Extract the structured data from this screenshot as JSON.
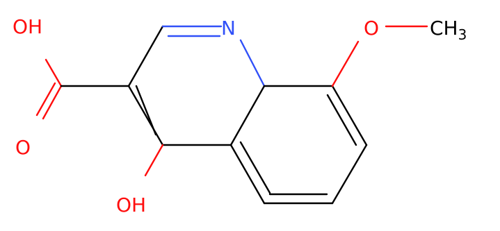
{
  "atoms": {
    "carboxyl_oh": {
      "text": "OH",
      "color": "#ff0d0d"
    },
    "carbonyl_o": {
      "text": "O",
      "color": "#ff0d0d"
    },
    "hydroxy_oh": {
      "text": "OH",
      "color": "#ff0d0d"
    },
    "ring_n": {
      "text": "N",
      "color": "#3050f8"
    },
    "methoxy_o": {
      "text": "O",
      "color": "#ff0d0d"
    },
    "methyl": {
      "text": "CH",
      "subscript": "3",
      "color": "#000000"
    }
  },
  "colors": {
    "carbon_bond": "#000000",
    "oxygen": "#ff0d0d",
    "nitrogen": "#3050f8"
  }
}
